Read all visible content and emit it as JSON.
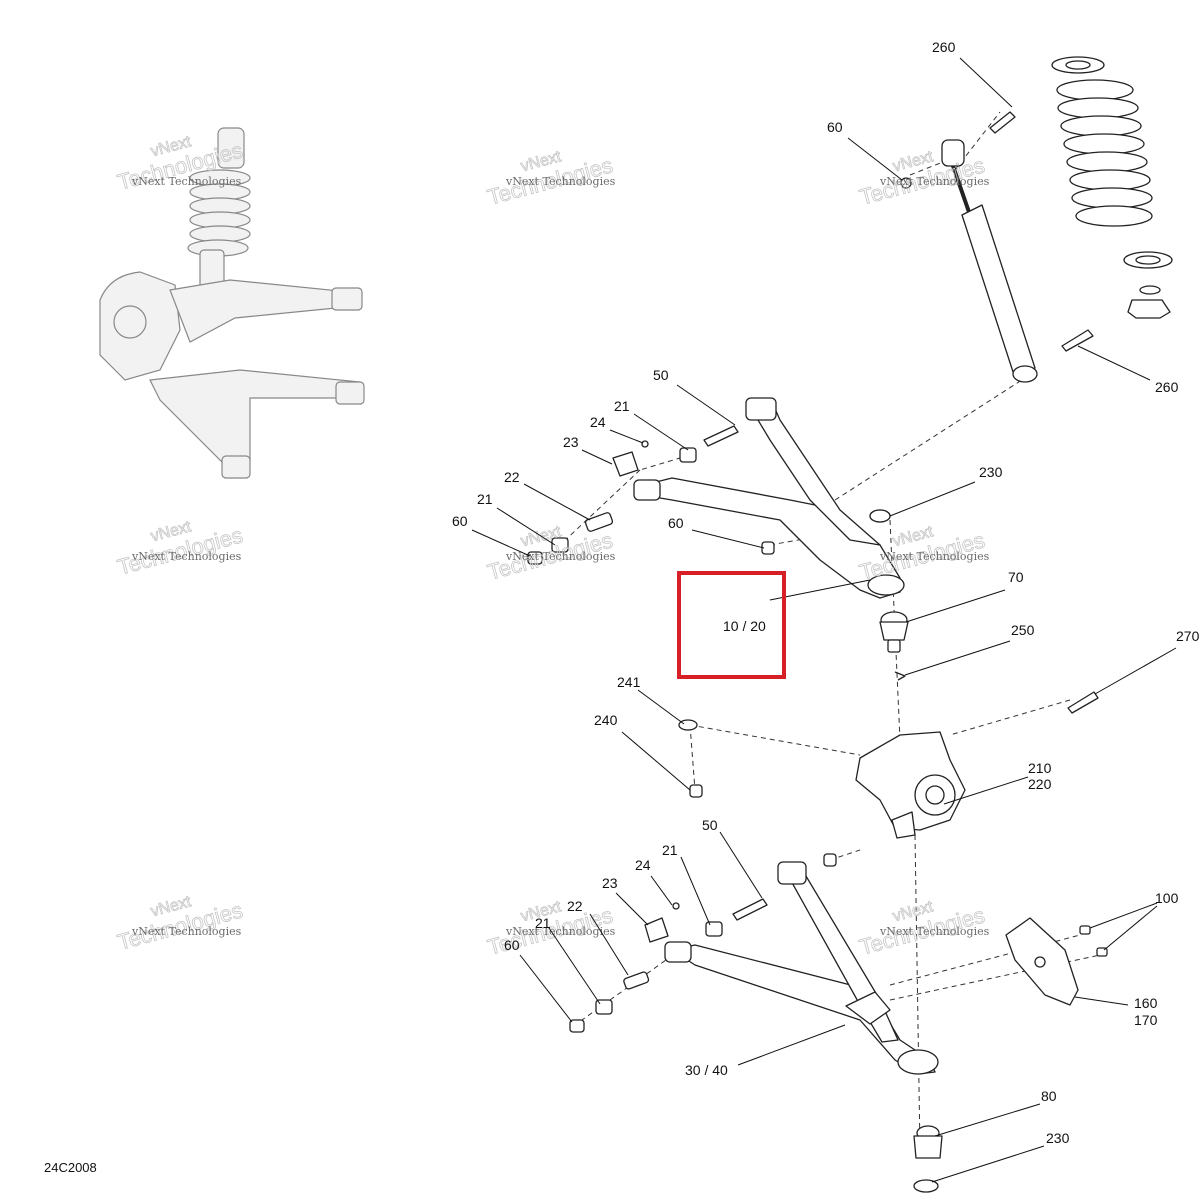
{
  "diagram_id": "24C2008",
  "highlight_label": "10 / 20",
  "watermark": {
    "line1": "vNext Technologies",
    "line2": "vNext",
    "line3": "Technologies"
  },
  "callouts": [
    "260",
    "60",
    "260",
    "50",
    "21",
    "24",
    "23",
    "230",
    "22",
    "21",
    "60",
    "60",
    "70",
    "250",
    "270",
    "241",
    "240",
    "210",
    "220",
    "50",
    "21",
    "24",
    "23",
    "22",
    "21",
    "60",
    "100",
    "160",
    "170",
    "30 / 40",
    "80",
    "230"
  ]
}
